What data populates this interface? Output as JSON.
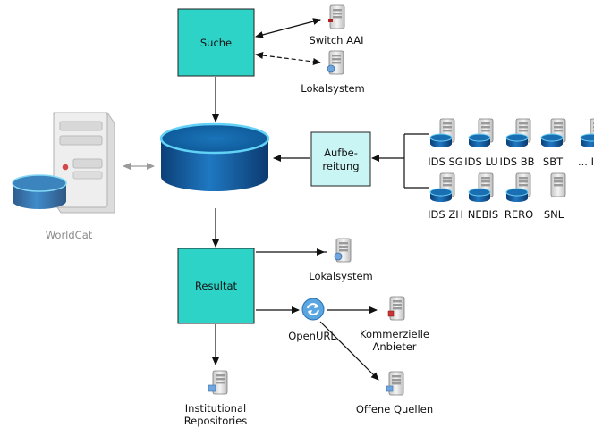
{
  "nodes": {
    "suche": "Suche",
    "resultat": "Resultat",
    "aufbereitung_line1": "Aufbe-",
    "aufbereitung_line2": "reitung",
    "switch_aai": "Switch AAI",
    "lokalsystem_top": "Lokalsystem",
    "lokalsystem_bottom": "Lokalsystem",
    "worldcat": "WorldCat",
    "openurl": "OpenURL",
    "kommerzielle_line1": "Kommerzielle",
    "kommerzielle_line2": "Anbieter",
    "offene_quellen": "Offene Quellen",
    "institutional_line1": "Institutional",
    "institutional_line2": "Repositories"
  },
  "sources_row1": [
    "IDS SG",
    "IDS LU",
    "IDS BB",
    "SBT",
    "... I"
  ],
  "sources_row2": [
    "IDS ZH",
    "NEBIS",
    "RERO",
    "SNL"
  ],
  "colors": {
    "box_fill": "#2ed3c8",
    "box_light_fill": "#c9f5f5",
    "db_blue": "#1a6fb3",
    "db_top": "#5cc8ef"
  }
}
